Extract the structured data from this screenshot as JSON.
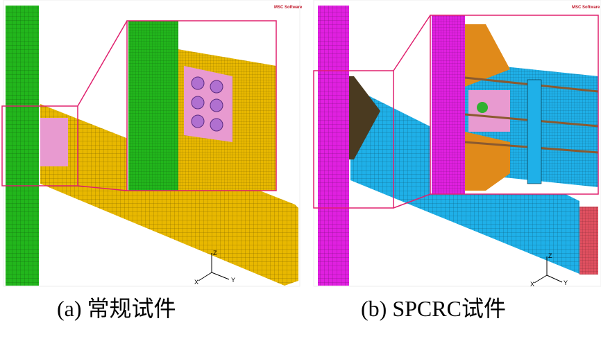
{
  "panels": [
    {
      "caption": "(a)  常规试件",
      "logo": "MSC Software",
      "axes": {
        "x": "X",
        "y": "Y",
        "z": "Z"
      },
      "colors": {
        "column": "#22b61c",
        "beam": "#e8b800",
        "plate": "#e89ad0",
        "frame": "#e0206e"
      }
    },
    {
      "caption": "(b)  SPCRC试件",
      "logo": "MSC Software",
      "axes": {
        "x": "X",
        "y": "Y",
        "z": "Z"
      },
      "colors": {
        "column": "#e020e0",
        "beam": "#1fb0e8",
        "stiffener": "#e08a1a",
        "plate": "#e89ad0",
        "frame": "#e0206e"
      }
    }
  ]
}
